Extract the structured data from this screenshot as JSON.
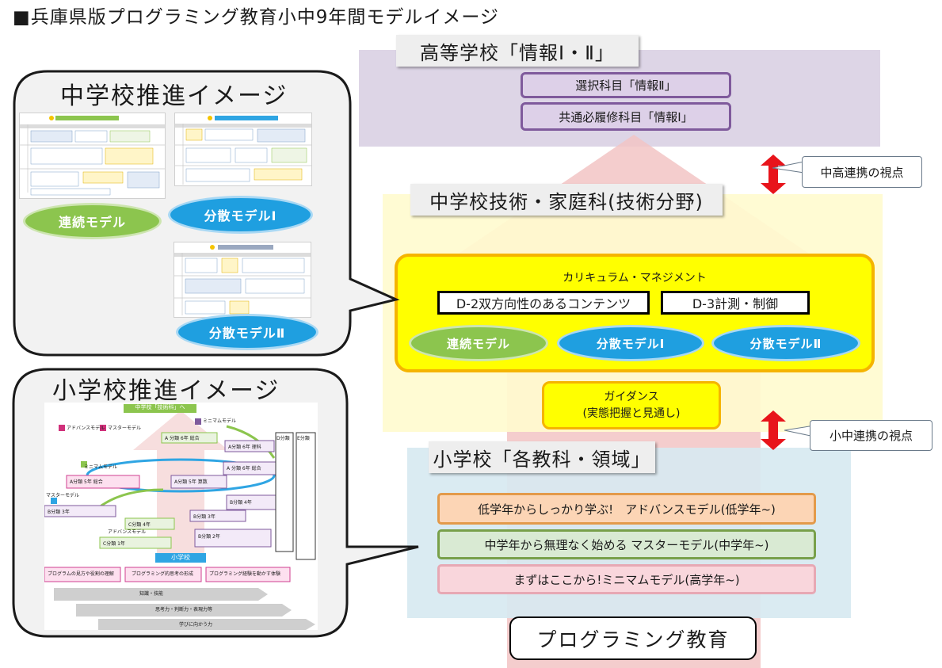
{
  "title": "■兵庫県版プログラミング教育小中9年間モデルイメージ",
  "high_school": {
    "label": "高等学校「情報Ⅰ・Ⅱ」",
    "elective": "選択科目「情報Ⅱ」",
    "required": "共通必履修科目「情報Ⅰ」"
  },
  "callouts": {
    "jh_hs": "中高連携の視点",
    "el_jh": "小中連携の視点"
  },
  "junior_high": {
    "label": "中学校技術・家庭科(技術分野)",
    "curriculum_title": "カリキュラム・マネジメント",
    "content_d2": "D-2双方向性のあるコンテンツ",
    "content_d3": "D-3計測・制御",
    "models": [
      "連続モデル",
      "分散モデルⅠ",
      "分散モデルⅡ"
    ],
    "guidance_line1": "ガイダンス",
    "guidance_line2": "(実態把握と見通し)"
  },
  "elementary": {
    "label": "小学校「各教科・領域」",
    "bars": [
      "低学年からしっかり学ぶ!　アドバンスモデル(低学年~)",
      "中学年から無理なく始める マスターモデル(中学年~)",
      "まずはここから!ミニマムモデル(高学年~)"
    ]
  },
  "base": "プログラミング教育",
  "jh_bubble": {
    "title": "中学校推進イメージ",
    "models": [
      "連続モデル",
      "分散モデルⅠ",
      "分散モデルⅡ"
    ]
  },
  "el_bubble": {
    "title": "小学校推進イメージ",
    "thumb": {
      "header": "中学校「技術科」へ",
      "advance": "アドバンスモデル",
      "master": "マスターモデル",
      "minimum": "ミニマムモデル",
      "school": "小学校",
      "a6_sci": "A 分類 6年 総合",
      "a6_int": "A分類 6年 理科",
      "a5_total": "A分類 5年 総合",
      "a5_math": "A分類 5年 算数",
      "b4_music": "B分類 4年",
      "b3_social": "B分類 3年",
      "c4": "C分類 4年",
      "c1": "C分類 1年",
      "b2_lang": "B分類 2年",
      "d_class": "D分類",
      "e_class": "E分類",
      "minimum_start": "ミニマムモデル",
      "master_start": "マスターモデル",
      "advance_start": "アドバンスモデル",
      "col1": "プログラムの見方や役割の理解",
      "col2": "プログラミング的思考の形成",
      "col3": "プログラミング経験を動かす体験",
      "row_skill": "知識・技能",
      "row_think": "思考力・判断力・表現力等",
      "row_learn": "学びに向かう力"
    }
  },
  "colors": {
    "purple_band": "#ddd5e6",
    "yellow": "#ffff00",
    "arrow": "#f2c4c4",
    "red_arrow": "#e8141b",
    "green_model": "#8cc54e",
    "blue_model": "#1f9fe0"
  }
}
